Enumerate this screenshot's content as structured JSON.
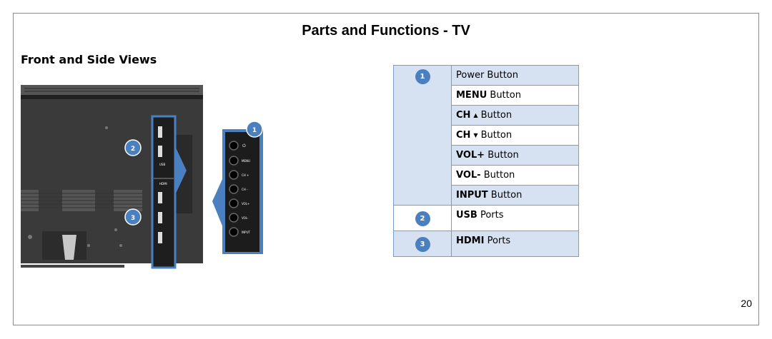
{
  "title": "Parts and Functions - TV",
  "subtitle": "Front and Side Views",
  "page_number": "20",
  "colors": {
    "accent": "#4a80c0",
    "row_shade": "#d6e2f2",
    "border": "#7a9cc6"
  },
  "illustration": {
    "callouts": [
      "1",
      "2",
      "3"
    ],
    "panel_labels": [
      "MENU",
      "CH +",
      "CH -",
      "VOL+",
      "VOL-",
      "INPUT"
    ],
    "port_labels": {
      "usb": "USB",
      "hdmi": "HDMI"
    }
  },
  "table": {
    "groups": [
      {
        "number": "1",
        "rows": [
          {
            "bold": "",
            "rest": "Power Button",
            "icon": ""
          },
          {
            "bold": "MENU",
            "rest": " Button",
            "icon": ""
          },
          {
            "bold": "CH",
            "rest": "Button",
            "icon": "▲"
          },
          {
            "bold": "CH",
            "rest": "Button",
            "icon": "▼"
          },
          {
            "bold": "VOL+",
            "rest": " Button",
            "icon": ""
          },
          {
            "bold": "VOL-",
            "rest": " Button",
            "icon": ""
          },
          {
            "bold": "INPUT",
            "rest": " Button",
            "icon": ""
          }
        ]
      },
      {
        "number": "2",
        "rows": [
          {
            "bold": "USB",
            "rest": " Ports",
            "icon": ""
          }
        ]
      },
      {
        "number": "3",
        "rows": [
          {
            "bold": "HDMI",
            "rest": " Ports",
            "icon": ""
          }
        ]
      }
    ]
  }
}
